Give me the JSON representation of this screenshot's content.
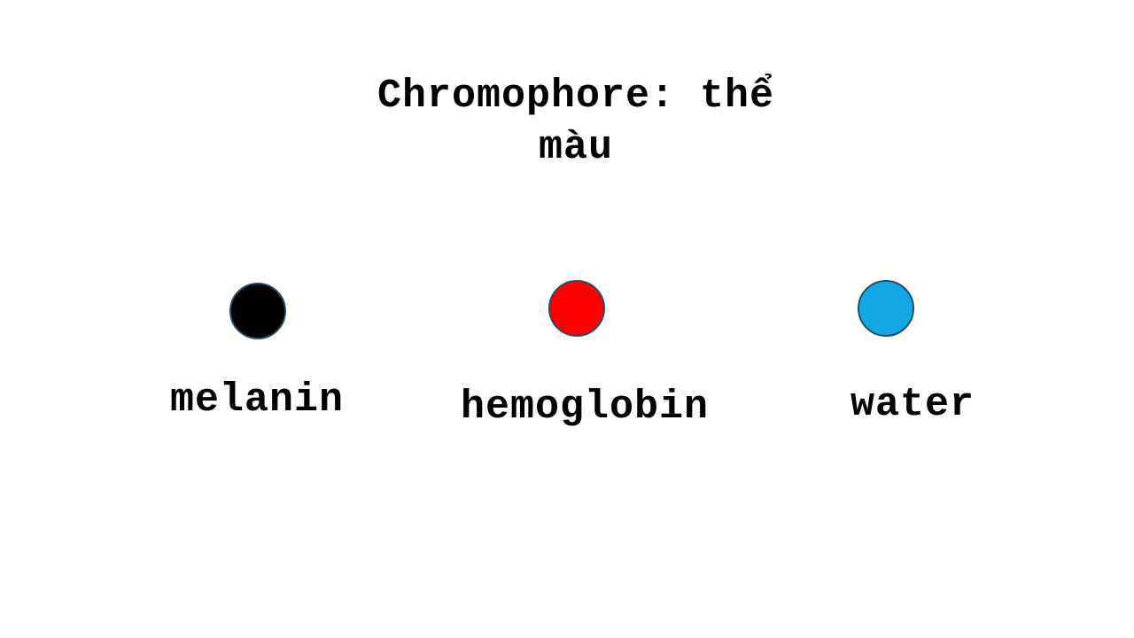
{
  "title": {
    "line1": "Chromophore: thể",
    "line2": "màu"
  },
  "chromophores": [
    {
      "label": "melanin",
      "color": "#000000"
    },
    {
      "label": "hemoglobin",
      "color": "#ff0000"
    },
    {
      "label": "water",
      "color": "#12a8e6"
    }
  ]
}
